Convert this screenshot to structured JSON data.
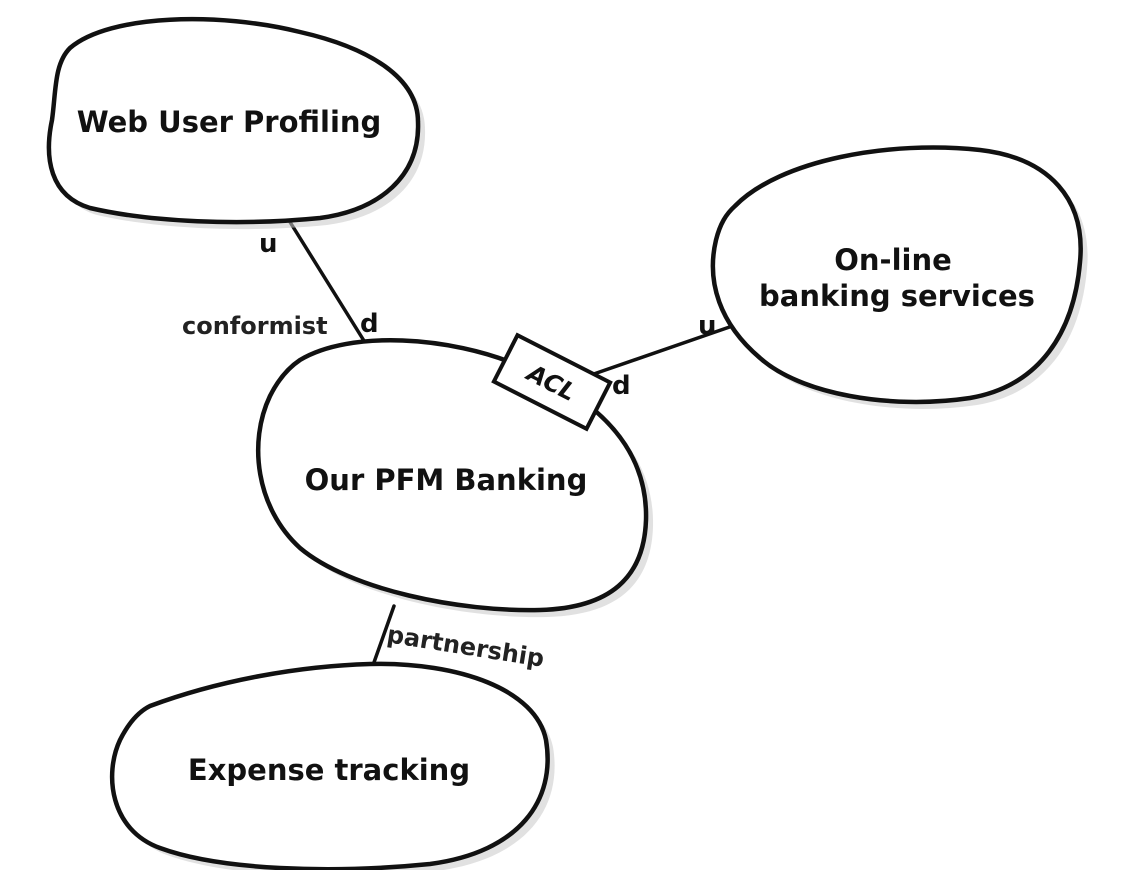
{
  "contexts": {
    "web_user_profiling": "Web User Profiling",
    "online_banking_line1": "On-line",
    "online_banking_line2": "banking services",
    "our_pfm_banking": "Our PFM Banking",
    "expense_tracking": "Expense tracking"
  },
  "relationships": {
    "conformist": "conformist",
    "partnership": "partnership",
    "acl": "ACL",
    "upstream": "u",
    "downstream": "d"
  },
  "colors": {
    "stroke": "#111111",
    "fill": "#ffffff"
  }
}
